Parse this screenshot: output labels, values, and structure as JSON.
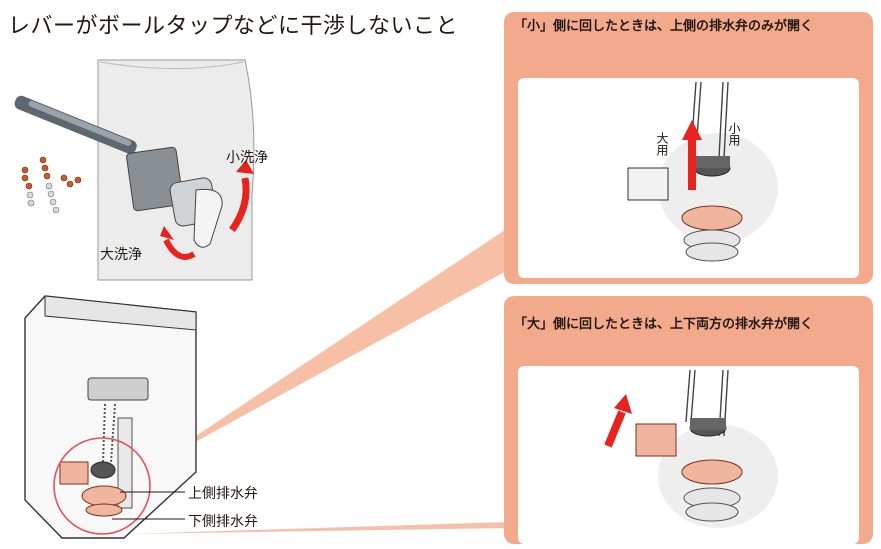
{
  "title": "レバーがボールタップなどに干渉しないこと",
  "labels": {
    "small_flush": "小洗浄",
    "large_flush": "大洗浄",
    "upper_valve": "上側排水弁",
    "lower_valve": "下側排水弁"
  },
  "panel_small": {
    "caption": "「小」側に回したときは、上側の排水弁のみが開く",
    "label_large": "大用",
    "label_small": "小用"
  },
  "panel_large": {
    "caption": "「大」側に回したときは、上下両方の排水弁が開く"
  },
  "colors": {
    "panel_bg": "#f3a98c",
    "connector": "#f6b89c",
    "arrow_red": "#e8221c",
    "valve_pink": "#f0b59e",
    "circle_red": "#e8505a"
  }
}
